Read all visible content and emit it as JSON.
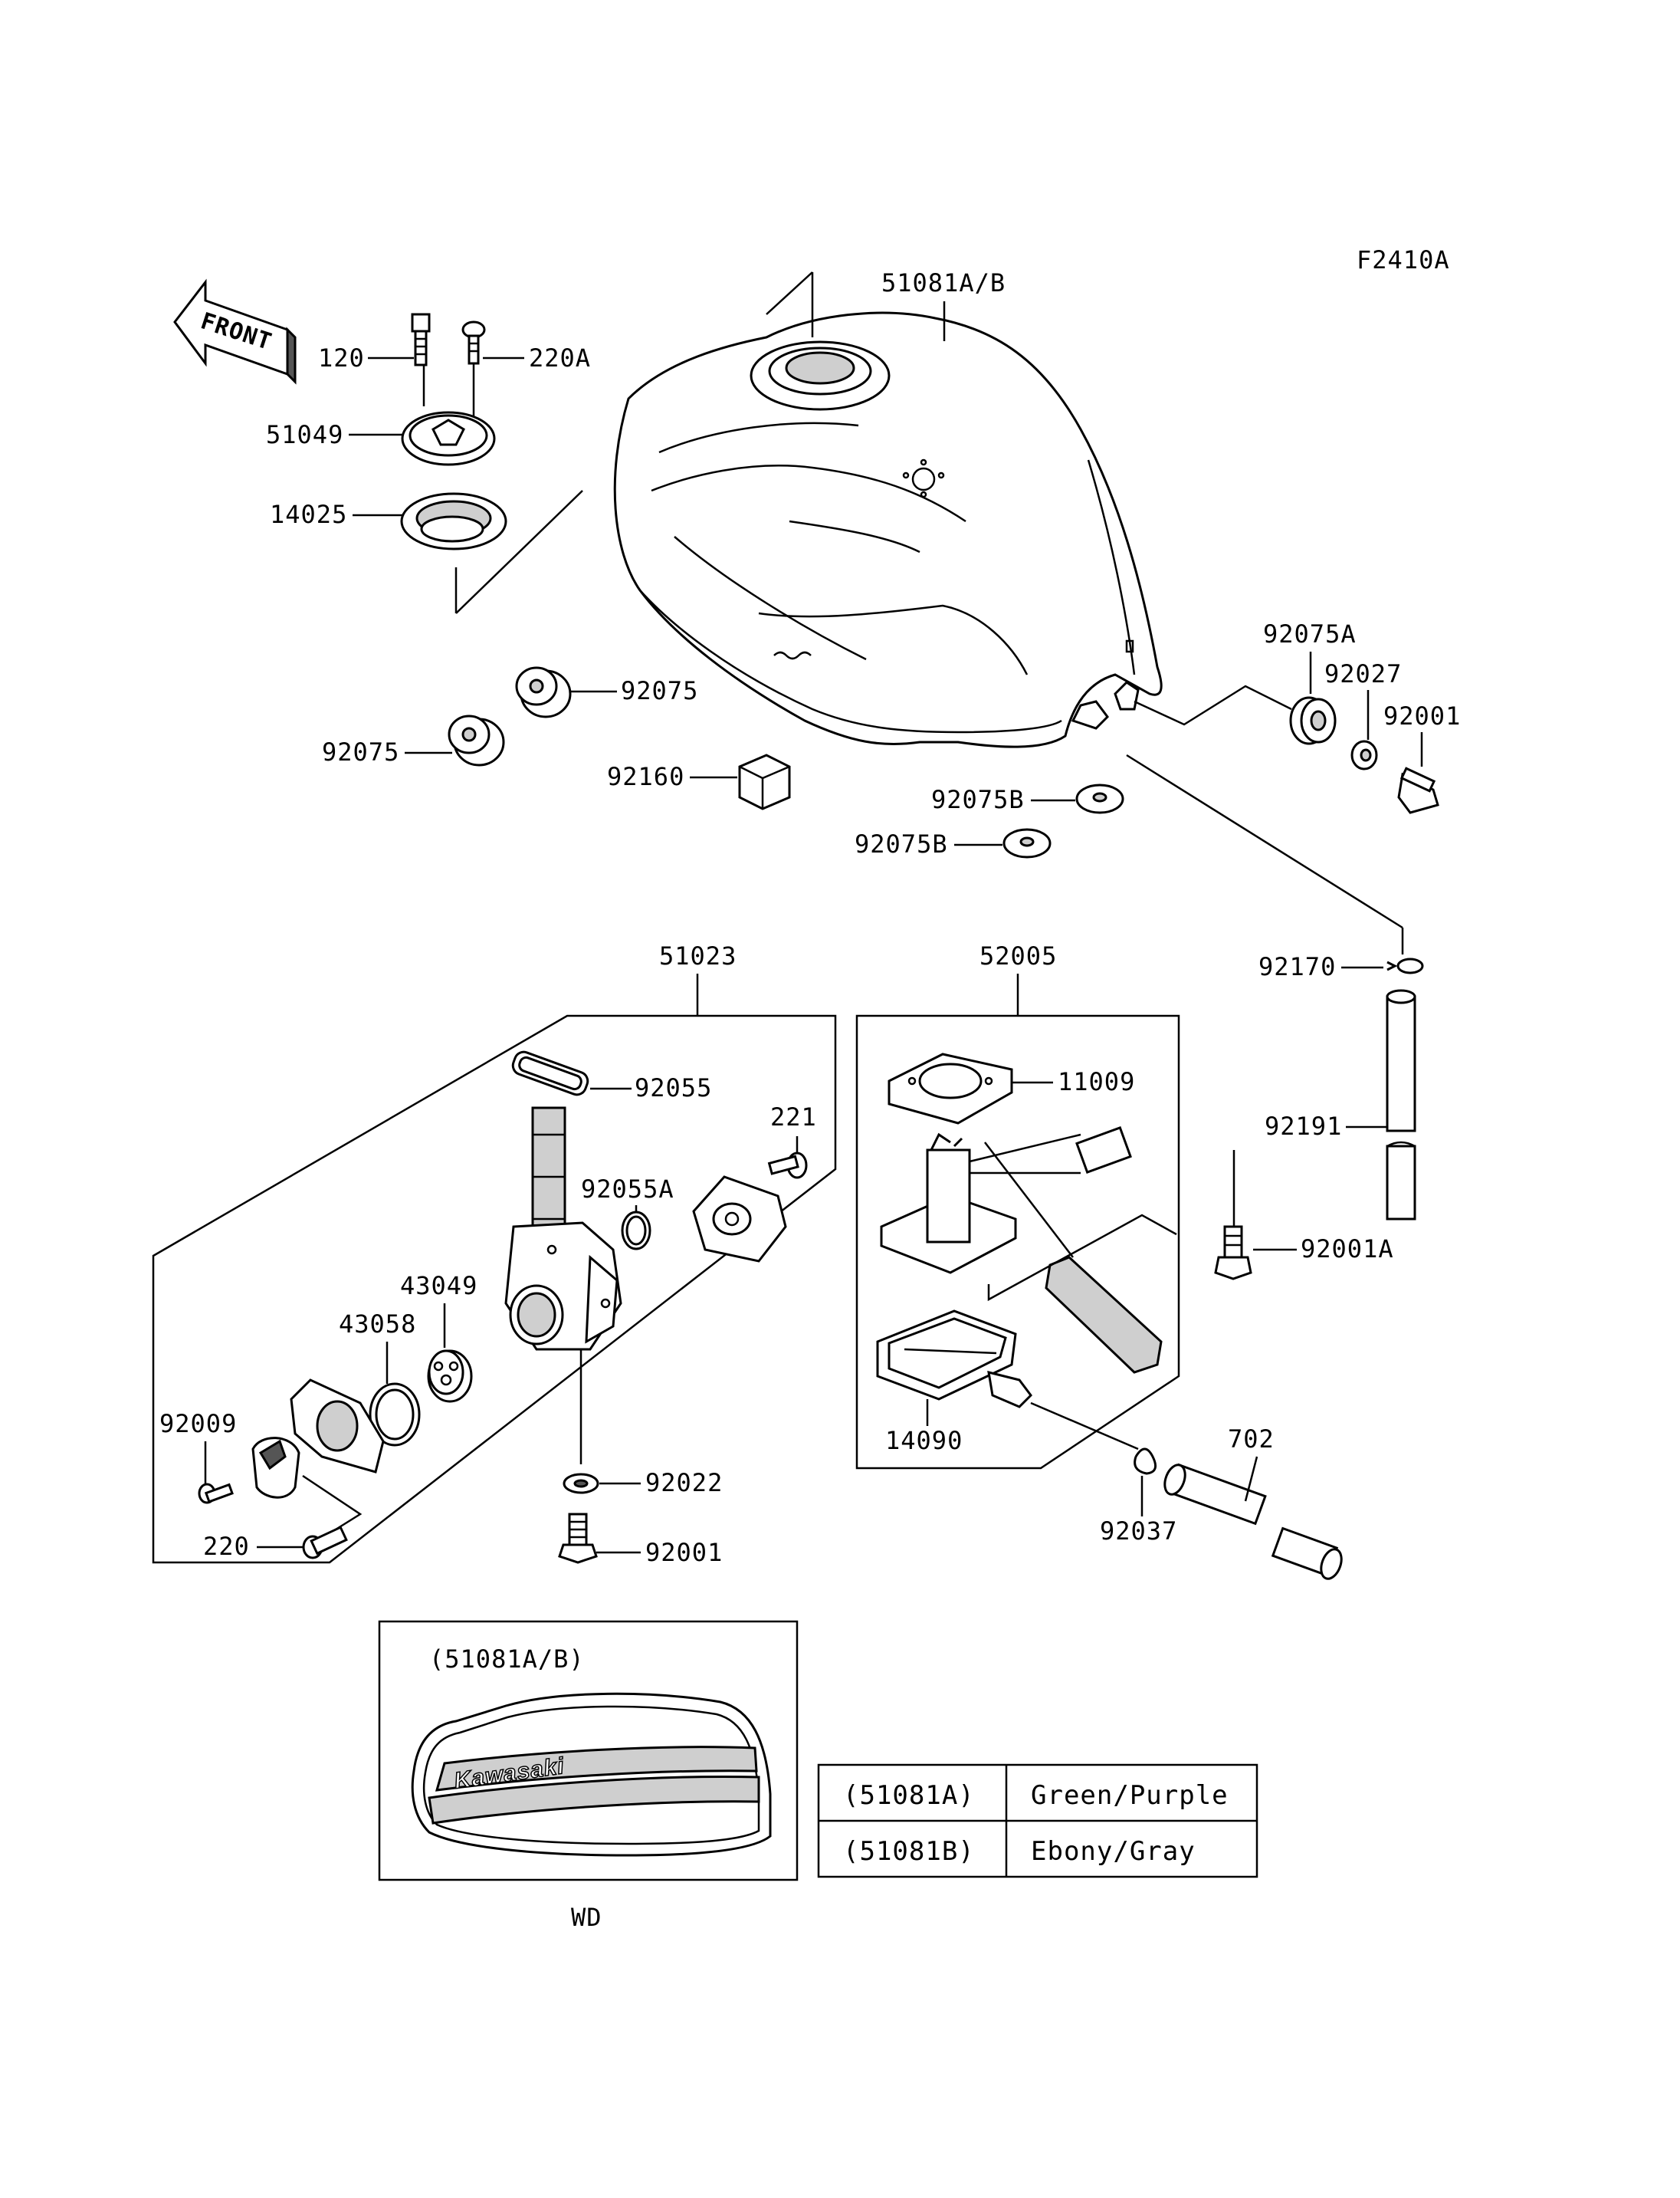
{
  "figure_code": "F2410A",
  "front_label": "FRONT",
  "parts": {
    "p120": "120",
    "p220A": "220A",
    "p51049": "51049",
    "p14025": "14025",
    "p51081AB": "51081A/B",
    "p92075_a": "92075",
    "p92075_b": "92075",
    "p92160": "92160",
    "p92075A": "92075A",
    "p92027": "92027",
    "p92001_top": "92001",
    "p92075B_a": "92075B",
    "p92075B_b": "92075B",
    "p51023": "51023",
    "p52005": "52005",
    "p92170": "92170",
    "p92055": "92055",
    "p221": "221",
    "p11009": "11009",
    "p92191": "92191",
    "p92055A": "92055A",
    "p43049": "43049",
    "p43058": "43058",
    "p92001A": "92001A",
    "p92009": "92009",
    "p14090": "14090",
    "p702": "702",
    "p92022": "92022",
    "p220": "220",
    "p92001_bot": "92001",
    "p92037": "92037"
  },
  "inset": {
    "title": "(51081A/B)",
    "logo_text": "Kawasaki",
    "caption": "WD"
  },
  "color_table": {
    "rows": [
      {
        "code": "(51081A)",
        "color": "Green/Purple"
      },
      {
        "code": "(51081B)",
        "color": "Ebony/Gray"
      }
    ]
  }
}
